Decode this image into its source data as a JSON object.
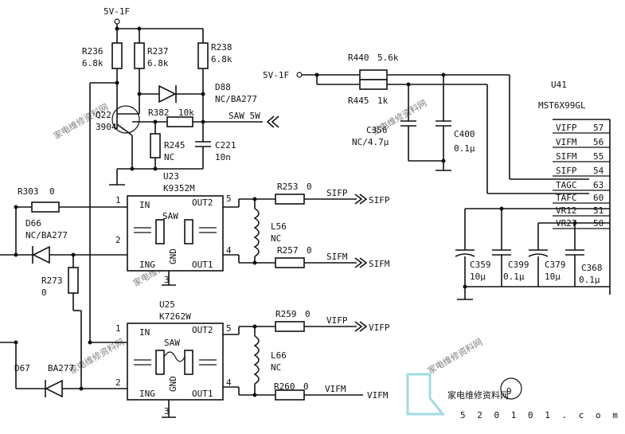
{
  "supply": {
    "top": "5V-1F",
    "mid": "5V-1F"
  },
  "resistors": {
    "r236": "R236",
    "r236v": "6.8k",
    "r237": "R237",
    "r237v": "6.8k",
    "r238": "R238",
    "r238v": "6.8k",
    "r382": "R382",
    "r382v": "10k",
    "r245": "R245",
    "r245v": "NC",
    "r440": "R440",
    "r440v": "5.6k",
    "r445": "R445",
    "r445v": "1k",
    "r303": "R303",
    "r303v": "0",
    "r273": "R273",
    "r273v": "0",
    "r253": "R253",
    "r253v": "0",
    "r257": "R257",
    "r257v": "0",
    "r259": "R259",
    "r259v": "0",
    "r260": "R260",
    "r260v": "0"
  },
  "diodes": {
    "d88": "D88",
    "d88v": "NC/BA277",
    "d66": "D66",
    "d66v": "NC/BA277",
    "d67": "D67",
    "d67v": "BA277"
  },
  "transistor": {
    "ref": "Q22",
    "part": "3904"
  },
  "caps": {
    "c221": "C221",
    "c221v": "10n",
    "c356": "C356",
    "c356v": "NC/4.7μ",
    "c400": "C400",
    "c400v": "0.1μ",
    "c359": "C359",
    "c359v": "10μ",
    "c399": "C399",
    "c399v": "0.1μ",
    "c379": "C379",
    "c379v": "10μ",
    "c368": "C368",
    "c368v": "0.1μ"
  },
  "inductors": {
    "l56": "L56",
    "l56v": "NC",
    "l66": "L66",
    "l66v": "NC"
  },
  "saw_filters": {
    "u23": "U23",
    "u23part": "K9352M",
    "u25": "U25",
    "u25part": "K7262W",
    "in": "IN",
    "ing": "ING",
    "out1": "OUT1",
    "out2": "OUT2",
    "saw": "SAW",
    "gnd": "GND",
    "p1": "1",
    "p2": "2",
    "p3": "3",
    "p4": "4",
    "p5": "5"
  },
  "nets": {
    "saw5w": "SAW 5W",
    "sifp": "SIFP",
    "sifm": "SIFM",
    "vifp": "VIFP",
    "vifm": "VIFM"
  },
  "ic": {
    "ref": "U41",
    "part": "MST6X99GL",
    "pins": [
      {
        "name": "VIFP",
        "num": "57"
      },
      {
        "name": "VIFM",
        "num": "56"
      },
      {
        "name": "SIFM",
        "num": "55"
      },
      {
        "name": "SIFP",
        "num": "54"
      },
      {
        "name": "TAGC",
        "num": "63"
      },
      {
        "name": "TAFC",
        "num": "60"
      },
      {
        "name": "VR12",
        "num": "51"
      },
      {
        "name": "VR27",
        "num": "50"
      }
    ]
  },
  "badge": "9",
  "watermark": {
    "text": "家电维修资料网",
    "url": "5 2 0 1 0 1 . c o m",
    "short": "家电维修资料网"
  }
}
